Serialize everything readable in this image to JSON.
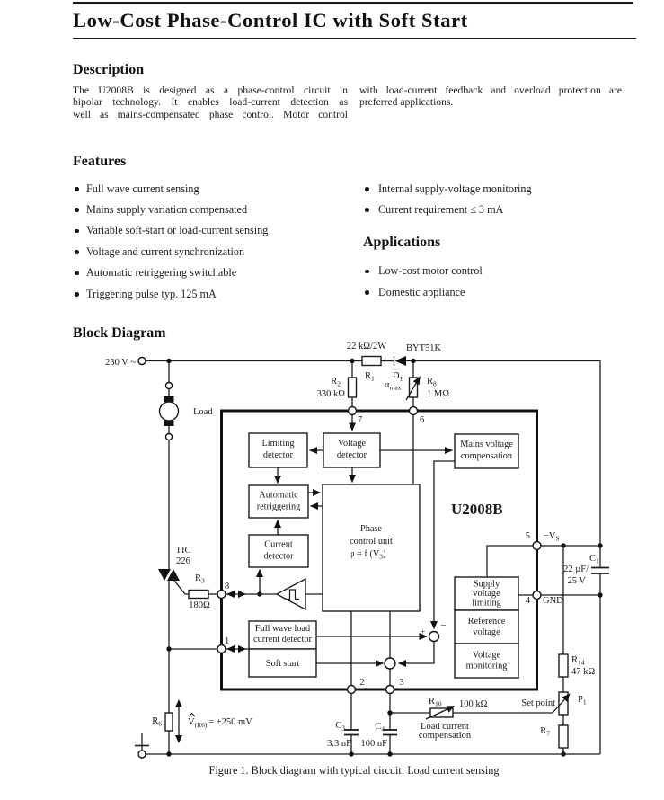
{
  "page": {
    "title": "Low-Cost Phase-Control IC with Soft Start"
  },
  "description": {
    "heading": "Description",
    "col1": [
      "The U2008B is designed as a phase-control circuit in",
      "bipolar technology. It enables load-current detection as",
      "well as mains-compensated phase control. Motor control"
    ],
    "col2": [
      "with load-current feedback and overload protection are",
      "preferred applications."
    ]
  },
  "features": {
    "heading": "Features",
    "items": [
      "Full wave current sensing",
      "Mains supply variation compensated",
      "Variable soft-start or load-current sensing",
      "Voltage and current synchronization",
      "Automatic retriggering switchable",
      "Triggering pulse typ. 125 mA"
    ],
    "items_right": [
      "Internal supply-voltage monitoring",
      "Current requirement ≤ 3 mA"
    ]
  },
  "applications": {
    "heading": "Applications",
    "items": [
      "Low-cost motor control",
      "Domestic appliance"
    ]
  },
  "diagram": {
    "heading": "Block Diagram",
    "caption": "Figure 1.  Block diagram with typical circuit: Load current sensing",
    "supply": "230 V ~",
    "load": "Load",
    "triac1": "TIC",
    "triac2": "226",
    "ic": "U2008B",
    "gnd": "GND",
    "vs_main": "−V",
    "vs_sub": "S",
    "pins": {
      "p1": "1",
      "p2": "2",
      "p3": "3",
      "p4": "4",
      "p5": "5",
      "p6": "6",
      "p7": "7",
      "p8": "8"
    },
    "plus": "+",
    "minus": "−",
    "blocks": {
      "limiting1": "Limiting",
      "limiting2": "detector",
      "voltage1": "Voltage",
      "voltage2": "detector",
      "mains1": "Mains voltage",
      "mains2": "compensation",
      "retrig1": "Automatic",
      "retrig2": "retriggering",
      "current1": "Current",
      "current2": "detector",
      "phase1": "Phase",
      "phase2": "control unit",
      "phase3a": "φ = f (V",
      "phase3sub": "3",
      "phase3b": ")",
      "supply1": "Supply",
      "supply2": "voltage",
      "supply3": "limiting",
      "ref1": "Reference",
      "ref2": "voltage",
      "mon1": "Voltage",
      "mon2": "monitoring",
      "fullwave1": "Full wave load",
      "fullwave2": "current detector",
      "softstart": "Soft start"
    },
    "comp": {
      "r1_ref": "R",
      "r1_sub": "1",
      "r1_val": "22 kΩ/2W",
      "r2_ref": "R",
      "r2_sub": "2",
      "r2_val": "330 kΩ",
      "r3_ref": "R",
      "r3_sub": "3",
      "r3_val": "180Ω",
      "r6_ref": "R",
      "r6_sub": "6",
      "r7_ref": "R",
      "r7_sub": "7",
      "r8_ref": "R",
      "r8_sub": "8",
      "r8_val": "1 MΩ",
      "r10_ref": "R",
      "r10_sub": "10",
      "r10_val": "100 kΩ",
      "r14_ref": "R",
      "r14_sub": "14",
      "r14_val": "47 kΩ",
      "p1_ref": "P",
      "p1_sub": "1",
      "p1_label": "Set point",
      "c1_ref": "C",
      "c1_sub": "1",
      "c1_val1": "22 µF/",
      "c1_val2": "25 V",
      "c3_ref": "C",
      "c3_sub": "3",
      "c3_val": "3.3 nF",
      "c4_ref": "C",
      "c4_sub": "4",
      "c4_val": "100 nF",
      "d1_ref": "D",
      "d1_sub": "1",
      "d1_type": "BYT51K",
      "alpha": "α",
      "alpha_sub": "max",
      "r6v_main": "V",
      "r6v_sub": "(R6)",
      "r6v_val": "= ±250 mV",
      "r10_note1": "Load current",
      "r10_note2": "compensation"
    }
  }
}
